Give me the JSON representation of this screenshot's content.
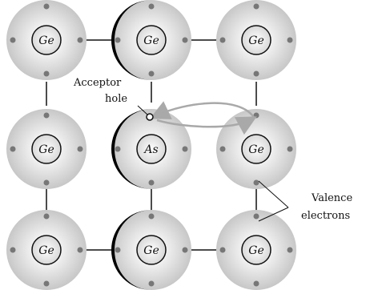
{
  "atoms": [
    {
      "id": "r0c0",
      "symbol": "Ge",
      "label": "Ge"
    },
    {
      "id": "r0c1",
      "symbol": "Ge",
      "label": "Ge"
    },
    {
      "id": "r0c2",
      "symbol": "Ge",
      "label": "Ge"
    },
    {
      "id": "r1c0",
      "symbol": "Ge",
      "label": "Ge"
    },
    {
      "id": "r1c1",
      "symbol": "As",
      "label": "As"
    },
    {
      "id": "r1c2",
      "symbol": "Ge",
      "label": "Ge"
    },
    {
      "id": "r2c0",
      "symbol": "Ge",
      "label": "Ge"
    },
    {
      "id": "r2c1",
      "symbol": "Ge",
      "label": "Ge"
    },
    {
      "id": "r2c2",
      "symbol": "Ge",
      "label": "Ge"
    }
  ],
  "annotations": {
    "acceptor_line1": "Acceptor",
    "acceptor_line2": "hole",
    "valence_line1": "Valence",
    "valence_line2": "electrons"
  },
  "colors": {
    "shell_center": "#ffffff",
    "shell_edge": "#c9c9c9",
    "electron": "#777777",
    "bond": "#111111",
    "arrow": "#a9a9a9"
  }
}
